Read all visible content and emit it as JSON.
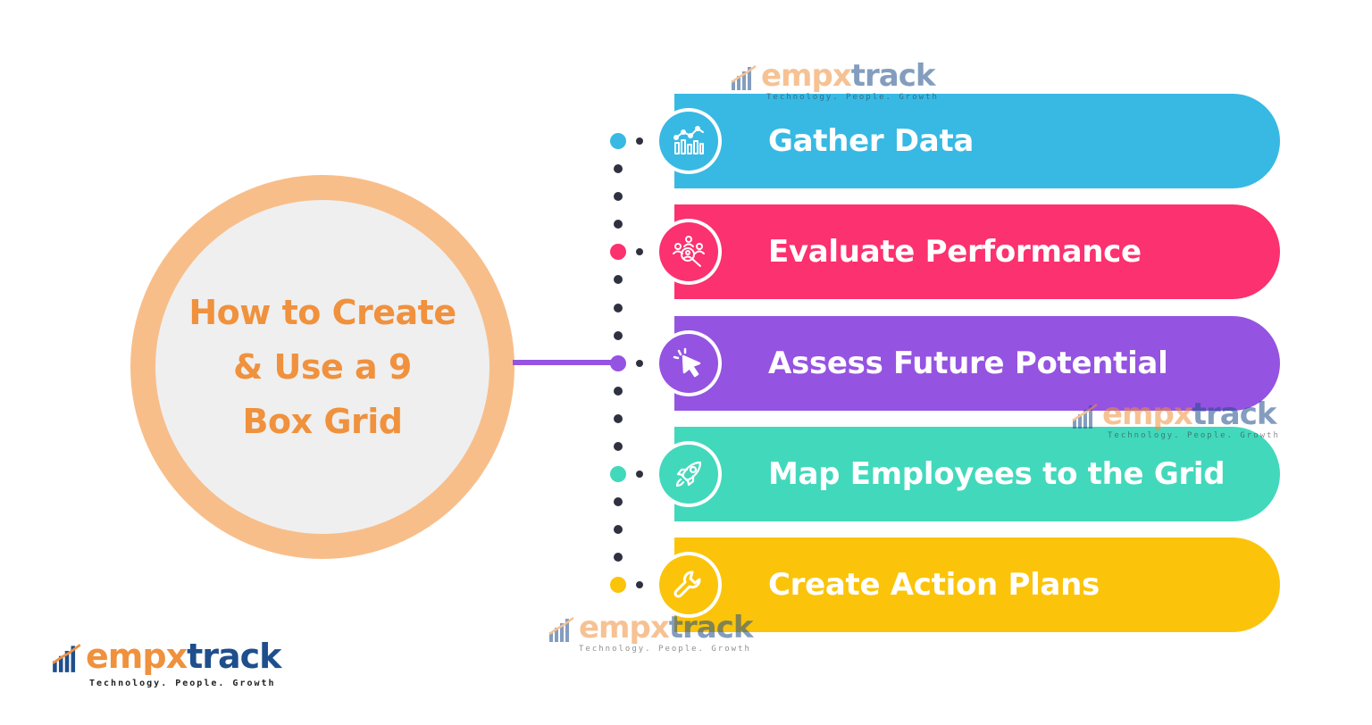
{
  "title": "How to Create & Use a 9 Box Grid",
  "colors": {
    "circle_ring": "#f8be8a",
    "circle_fill": "#efefef",
    "title_text": "#f0913d",
    "connector": "#9553e1",
    "dots": "#2f3140"
  },
  "steps": [
    {
      "label": "Gather Data",
      "color": "#37b9e4",
      "icon": "bar-chart-icon"
    },
    {
      "label": "Evaluate Performance",
      "color": "#fc316f",
      "icon": "team-search-icon"
    },
    {
      "label": "Assess Future Potential",
      "color": "#9553e1",
      "icon": "cursor-click-icon"
    },
    {
      "label": "Map Employees to the Grid",
      "color": "#42d8bc",
      "icon": "rocket-icon"
    },
    {
      "label": "Create Action Plans",
      "color": "#fbc40a",
      "icon": "wrench-icon"
    }
  ],
  "brand": {
    "name_part1": "empx",
    "name_part2": "track",
    "tagline": "Technology. People. Growth"
  }
}
